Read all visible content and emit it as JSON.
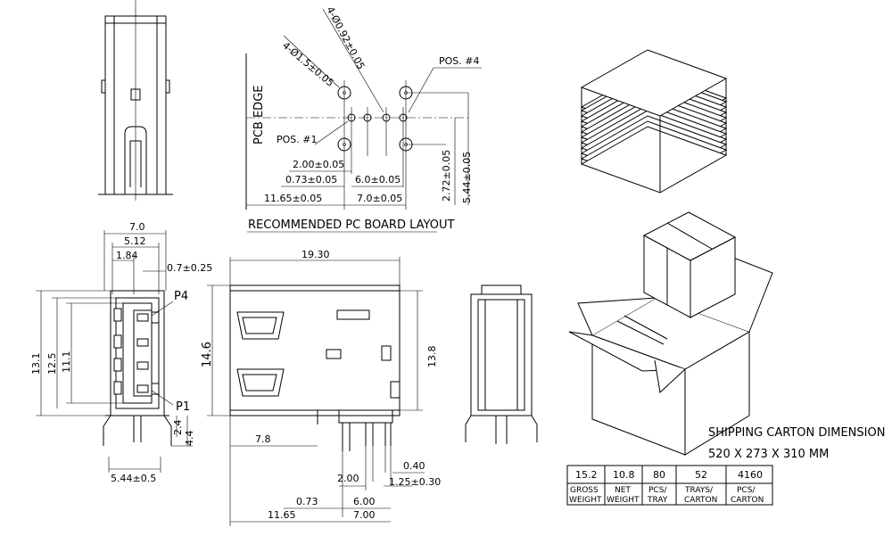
{
  "layout_title": "RECOMMENDED PC BOARD LAYOUT",
  "pcb_edge": "PCB EDGE",
  "pos1": "POS. #1",
  "pos4": "POS. #4",
  "hole_large": "4-Ø1.5±0.05",
  "hole_small": "4-Ø0.92±0.05",
  "layout_dims": {
    "d200": "2.00±0.05",
    "d073": "0.73±0.05",
    "d600": "6.0±0.05",
    "d1165": "11.65±0.05",
    "d700": "7.0±0.05",
    "d272": "2.72±0.05",
    "d544": "5.44±0.05"
  },
  "front_dims": {
    "w70": "7.0",
    "w512": "5.12",
    "w184": "1.84",
    "w07": "0.7±0.25",
    "h131": "13.1",
    "h125": "12.5",
    "h111": "11.1",
    "h24": "2.4",
    "h44": "4.4",
    "w544": "5.44±0.5",
    "p4": "P4",
    "p1": "P1"
  },
  "side_dims": {
    "w1930": "19.30",
    "h146": "14.6",
    "h138": "13.8",
    "w78": "7.8",
    "w040": "0.40",
    "w200": "2.00",
    "w125": "1.25±0.30",
    "w073": "0.73",
    "w600": "6.00",
    "w1165": "11.65",
    "w700": "7.00"
  },
  "carton": {
    "title": "SHIPPING CARTON DIMENSION",
    "size": "520 X 273 X 310 MM",
    "values": [
      "15.2",
      "10.8",
      "80",
      "52",
      "4160"
    ],
    "headers": [
      [
        "GROSS",
        "WEIGHT"
      ],
      [
        "NET",
        "WEIGHT"
      ],
      [
        "PCS/",
        "TRAY"
      ],
      [
        "TRAYS/",
        "CARTON"
      ],
      [
        "PCS/",
        "CARTON"
      ]
    ]
  }
}
